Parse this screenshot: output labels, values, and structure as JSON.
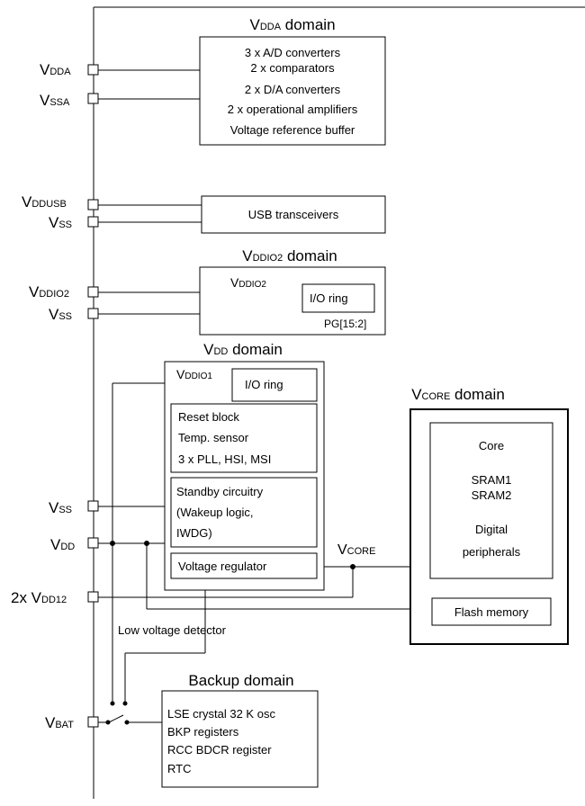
{
  "domains": {
    "vdda": {
      "title_main": "V",
      "title_sub": "DDA",
      "title_rest": " domain",
      "lines": [
        "3 x A/D converters",
        "2 x comparators",
        "2 x D/A converters",
        "2 x operational amplifiers",
        "Voltage reference buffer"
      ]
    },
    "usb": {
      "label": "USB transceivers"
    },
    "vddio2": {
      "title_main": "V",
      "title_sub": "DDIO2",
      "title_rest": " domain",
      "inner_main": "V",
      "inner_sub": "DDIO2",
      "io_ring": "I/O ring",
      "pins": "PG[15:2]"
    },
    "vdd": {
      "title_main": "V",
      "title_sub": "DD",
      "title_rest": " domain",
      "inner_main": "V",
      "inner_sub": "DDIO1",
      "io_ring": "I/O ring",
      "reset_lines": [
        "Reset block",
        "Temp. sensor",
        "3 x PLL, HSI, MSI"
      ],
      "standby_lines": [
        "Standby circuitry",
        "(Wakeup logic,",
        "IWDG)"
      ],
      "regulator": "Voltage regulator"
    },
    "vcore": {
      "title_main": "V",
      "title_sub": "CORE",
      "title_rest": " domain",
      "core_lines": [
        "Core",
        "SRAM1",
        "SRAM2",
        "Digital",
        "peripherals"
      ],
      "flash": "Flash memory"
    },
    "backup": {
      "title": "Backup domain",
      "lines": [
        "LSE crystal 32 K osc",
        "BKP registers",
        "RCC BDCR register",
        "RTC"
      ]
    }
  },
  "pins": [
    {
      "main": "V",
      "sub": "DDA"
    },
    {
      "main": "V",
      "sub": "SSA"
    },
    {
      "main": "V",
      "sub": "DDUSB"
    },
    {
      "main": "V",
      "sub": "SS"
    },
    {
      "main": "V",
      "sub": "DDIO2"
    },
    {
      "main": "V",
      "sub": "SS"
    },
    {
      "main": "V",
      "sub": "SS"
    },
    {
      "main": "V",
      "sub": "DD"
    },
    {
      "main": "2x V",
      "sub": "DD12"
    },
    {
      "main": "V",
      "sub": "BAT"
    }
  ],
  "vcore_label": {
    "main": "V",
    "sub": "CORE"
  },
  "lv_detector": "Low voltage detector"
}
